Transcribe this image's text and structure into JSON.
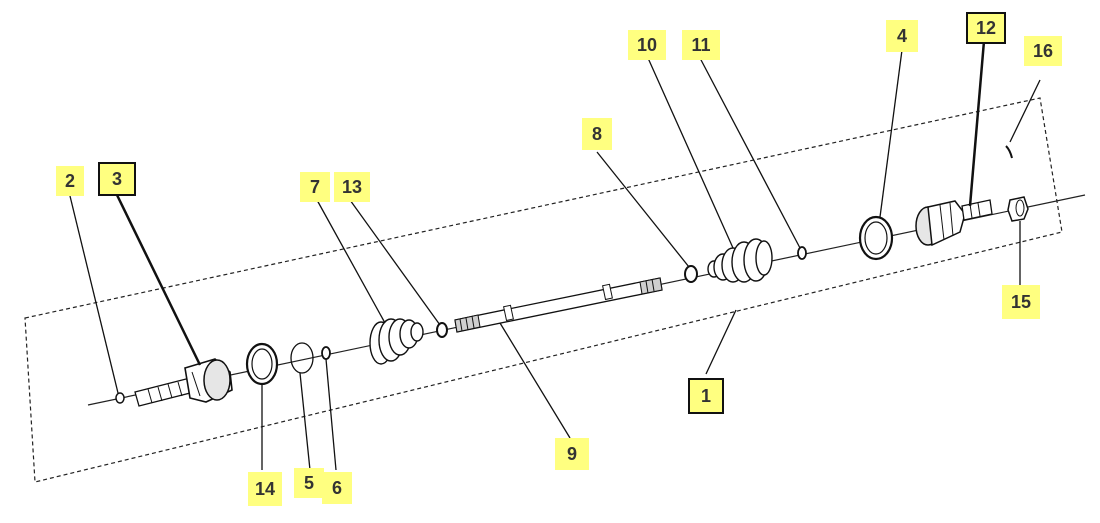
{
  "colors": {
    "label_fill": "#ffff80",
    "label_text": "#333333",
    "line": "#111111",
    "part_fill": "#ffffff",
    "part_shade": "#cfcfcf"
  },
  "callouts": [
    {
      "id": "c2",
      "text": "2",
      "boxed": false
    },
    {
      "id": "c3",
      "text": "3",
      "boxed": true
    },
    {
      "id": "c7",
      "text": "7",
      "boxed": false
    },
    {
      "id": "c13",
      "text": "13",
      "boxed": false
    },
    {
      "id": "c8",
      "text": "8",
      "boxed": false
    },
    {
      "id": "c10",
      "text": "10",
      "boxed": false
    },
    {
      "id": "c11",
      "text": "11",
      "boxed": false
    },
    {
      "id": "c4",
      "text": "4",
      "boxed": false
    },
    {
      "id": "c12",
      "text": "12",
      "boxed": true
    },
    {
      "id": "c16",
      "text": "16",
      "boxed": false
    },
    {
      "id": "c15",
      "text": "15",
      "boxed": false
    },
    {
      "id": "c1",
      "text": "1",
      "boxed": true
    },
    {
      "id": "c9",
      "text": "9",
      "boxed": false
    },
    {
      "id": "c14",
      "text": "14",
      "boxed": false
    },
    {
      "id": "c5",
      "text": "5",
      "boxed": false
    },
    {
      "id": "c6",
      "text": "6",
      "boxed": false
    }
  ]
}
